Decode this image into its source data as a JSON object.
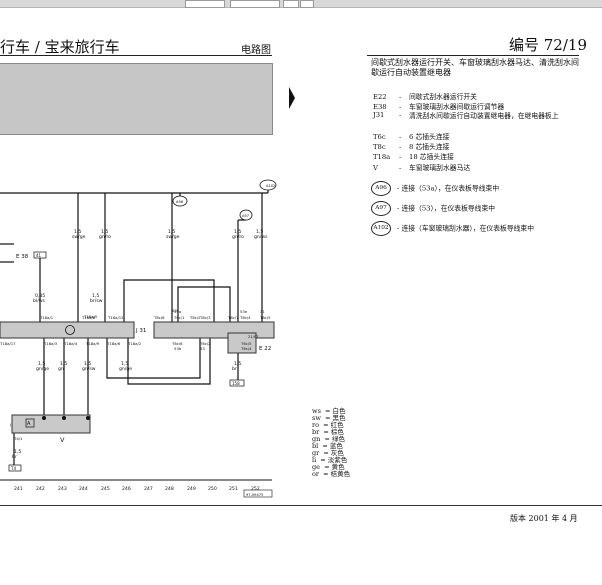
{
  "header": {
    "title": "行车 / 宝来旅行车",
    "subtitle": "电路图",
    "page_number": "编号 72/19"
  },
  "description": "间歇式刮水器运行开关、车窗玻璃刮水器马达、清洗刮水间歇运行自动装置继电器",
  "legend": [
    {
      "code": "E22",
      "text": "间歇式刮水器运行开关"
    },
    {
      "code": "E38",
      "text": "车窗玻璃刮水器间歇运行调节器"
    },
    {
      "code": "J31",
      "text": "清洗刮水间歇运行自动装置继电器，在继电器板上"
    },
    {
      "code": "T6c",
      "text": "6 芯插头连接"
    },
    {
      "code": "T8c",
      "text": "8 芯插头连接"
    },
    {
      "code": "T18a",
      "text": "18 芯插头连接"
    },
    {
      "code": "V",
      "text": "车窗玻璃刮水器马达"
    }
  ],
  "connections": [
    {
      "code": "A96",
      "text": "连接（53a），在仪表板导线束中"
    },
    {
      "code": "A97",
      "text": "连接（53），在仪表板导线束中"
    },
    {
      "code": "A102",
      "text": "连接（车窗玻璃刮水器），在仪表板导线束中"
    }
  ],
  "color_codes": [
    {
      "abbr": "ws",
      "name": "白色"
    },
    {
      "abbr": "sw",
      "name": "黑色"
    },
    {
      "abbr": "ro",
      "name": "红色"
    },
    {
      "abbr": "br",
      "name": "棕色"
    },
    {
      "abbr": "gn",
      "name": "绿色"
    },
    {
      "abbr": "bl",
      "name": "蓝色"
    },
    {
      "abbr": "gr",
      "name": "灰色"
    },
    {
      "abbr": "li",
      "name": "淡紫色"
    },
    {
      "abbr": "ge",
      "name": "黄色"
    },
    {
      "abbr": "or",
      "name": "桔黄色"
    }
  ],
  "version": "版本 2001 年 4 月",
  "diagram": {
    "column_numbers": [
      "241",
      "242",
      "243",
      "244",
      "245",
      "246",
      "247",
      "248",
      "249",
      "250",
      "251",
      "252"
    ],
    "figure_id": "97-09475",
    "component_labels": {
      "e38": "E 38",
      "j31": "J 31",
      "e22": "E 22",
      "v": "V",
      "a": "A",
      "j31_code": "21/07"
    },
    "wires": [
      {
        "id": "w1",
        "size": "1,5",
        "color": "sw/ge"
      },
      {
        "id": "w2",
        "size": "1,5",
        "color": "gn/ro"
      },
      {
        "id": "w3",
        "size": "1,5",
        "color": "sw/ge"
      },
      {
        "id": "w4",
        "size": "1,5",
        "color": "gn/ro"
      },
      {
        "id": "w5",
        "size": "1,5",
        "color": "gn/ws"
      },
      {
        "id": "w6",
        "size": "0,35",
        "color": "bl/ws"
      },
      {
        "id": "w7",
        "size": "1,5",
        "color": "br/sw"
      },
      {
        "id": "w8",
        "size": "1,5",
        "color": "gn/ge"
      },
      {
        "id": "w9",
        "size": "1,5",
        "color": "gn"
      },
      {
        "id": "w10",
        "size": "1,5",
        "color": "gn/sw"
      },
      {
        "id": "w11",
        "size": "1,5",
        "color": "gn/ge"
      },
      {
        "id": "w12",
        "size": "1,5",
        "color": "br"
      },
      {
        "id": "w13",
        "size": "1,5",
        "color": "br"
      }
    ],
    "pins": [
      "T18a/8",
      "T18a/1",
      "T18a/12",
      "T18a/17",
      "T18a/3",
      "T18a/4",
      "T18a/9",
      "T18a/6",
      "T18a/2",
      "T18a/5",
      "T6c/1",
      "T8c/3",
      "T8c/7",
      "T8c/4",
      "T8c/5",
      "T6c/6",
      "T6c/2",
      "T6c/5",
      "T6c/4",
      "T8c/8",
      "T8c/2",
      "53a",
      "53e",
      "53",
      "53b",
      "31",
      "J",
      "T4/1"
    ],
    "markers": [
      "41",
      "158",
      "T4"
    ],
    "wire_marks": [
      "53s"
    ]
  }
}
